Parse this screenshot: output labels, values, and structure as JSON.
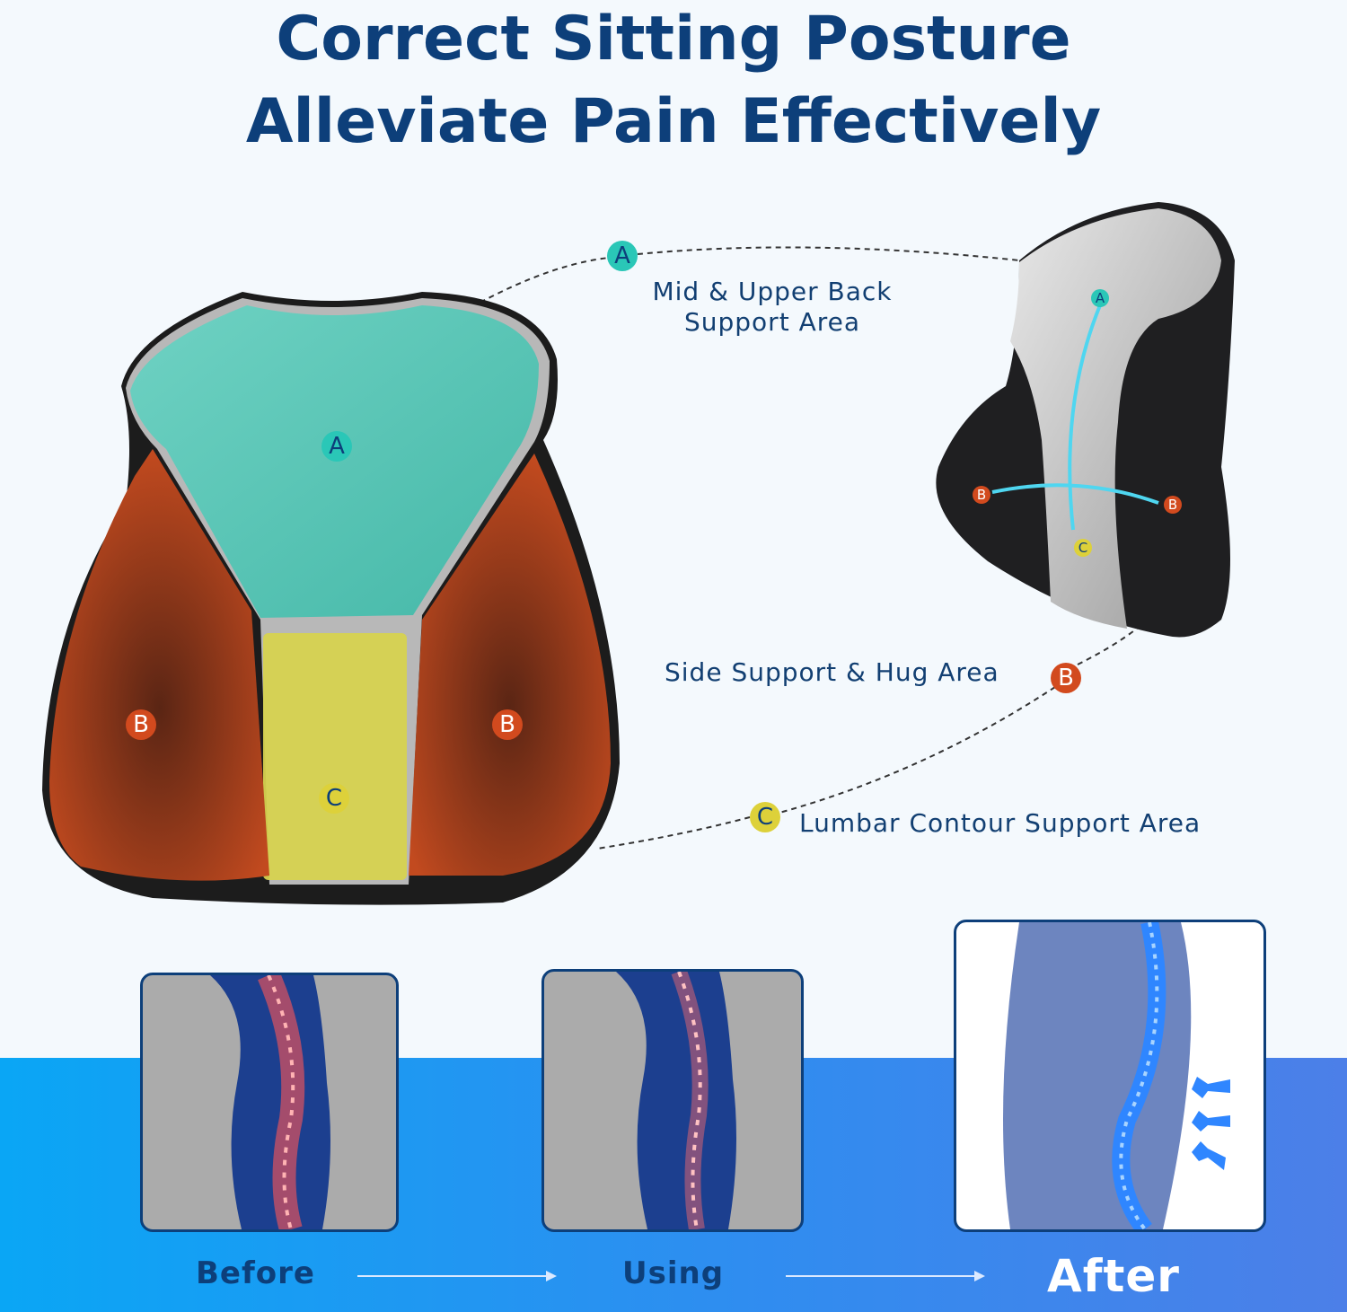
{
  "title": {
    "line1": "Correct Sitting Posture",
    "line2": "Alleviate Pain Effectively"
  },
  "zones": {
    "a": {
      "letter": "A",
      "label_line1": "Mid & Upper Back",
      "label_line2": "Support Area"
    },
    "b": {
      "letter": "B",
      "label": "Side Support & Hug Area"
    },
    "c": {
      "letter": "C",
      "label": "Lumbar Contour Support Area"
    }
  },
  "steps": {
    "before": "Before",
    "using": "Using",
    "after": "After"
  },
  "colors": {
    "title": "#0d3f7a",
    "zone_a": "#2ac7b7",
    "zone_b": "#d24a1e",
    "zone_c": "#ddd13a",
    "band": "#1a9af3"
  }
}
